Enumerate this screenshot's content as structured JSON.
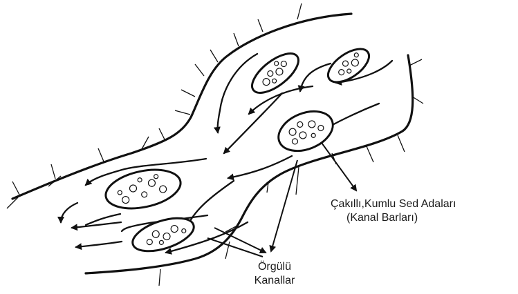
{
  "labels": {
    "sediment_bars_line1": "Çakıllı,Kumlu Sed Adaları",
    "sediment_bars_line2": "(Kanal Barları)",
    "braided_channels_line1": "Örgülü",
    "braided_channels_line2": "Kanallar"
  },
  "colors": {
    "ink": "#111111",
    "background": "#ffffff"
  }
}
